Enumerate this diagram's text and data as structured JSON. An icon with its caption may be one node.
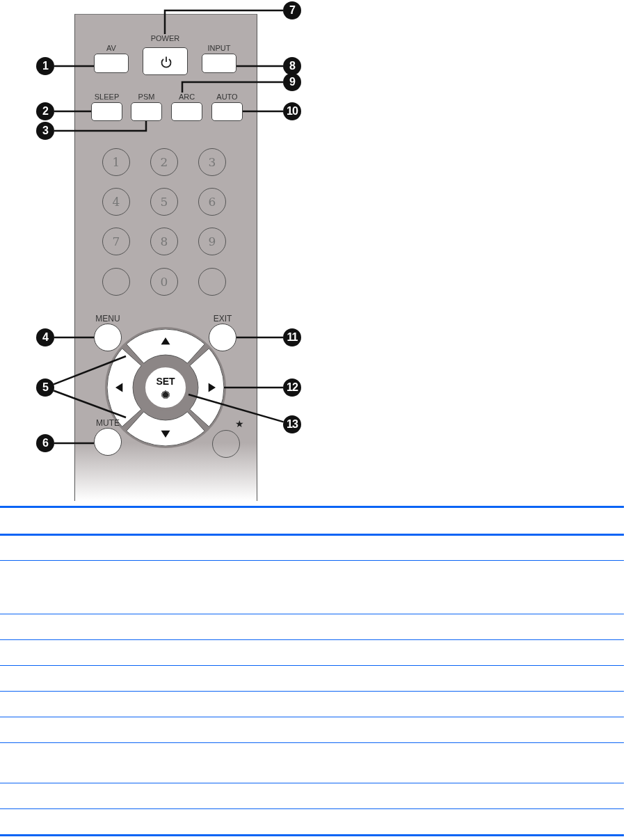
{
  "diagram": {
    "nodes": [
      {
        "text": [
          "7"
        ]
      },
      {
        "text": [
          "POWER"
        ]
      },
      {
        "text": [
          "1"
        ]
      },
      {
        "text": [
          "AV"
        ]
      },
      {
        "text": [
          "INPUT"
        ]
      },
      {
        "text": [
          "8"
        ]
      },
      {
        "text": [
          "9"
        ]
      },
      {
        "text": [
          "SLEEP"
        ]
      },
      {
        "text": [
          "PSM"
        ]
      },
      {
        "text": [
          "ARC"
        ]
      },
      {
        "text": [
          "AUTO"
        ]
      },
      {
        "text": [
          "2"
        ]
      },
      {
        "text": [
          "10"
        ]
      },
      {
        "text": [
          "3"
        ]
      },
      {
        "text": [
          "1"
        ]
      },
      {
        "text": [
          "2"
        ]
      },
      {
        "text": [
          "3"
        ]
      },
      {
        "text": [
          "4"
        ]
      },
      {
        "text": [
          "5"
        ]
      },
      {
        "text": [
          "6"
        ]
      },
      {
        "text": [
          "7"
        ]
      },
      {
        "text": [
          "8"
        ]
      },
      {
        "text": [
          "9"
        ]
      },
      {
        "text": [],
        "shape": "circle"
      },
      {
        "text": [
          "0"
        ]
      },
      {
        "text": [],
        "shape": "circle"
      },
      {
        "text": [
          "MENU"
        ]
      },
      {
        "text": [
          "EXIT"
        ]
      },
      {
        "text": [
          "4"
        ]
      },
      {
        "text": [
          "11"
        ]
      },
      {
        "text": [],
        "shape": "box"
      },
      {
        "text": [
          "5"
        ]
      },
      {
        "text": [],
        "shape": "box"
      },
      {
        "text": [
          "SET"
        ]
      },
      {
        "text": [],
        "shape": "box"
      },
      {
        "text": [
          "12"
        ]
      },
      {
        "text": [
          "13"
        ]
      },
      {
        "text": [],
        "shape": "box"
      },
      {
        "text": [
          "MUTE"
        ]
      },
      {
        "text": [
          "6"
        ]
      },
      {
        "text": [
          "★"
        ]
      }
    ],
    "edges": [
      {
        "from": 0,
        "to": 1,
        "arrow": "none"
      },
      {
        "from": 2,
        "to": 3,
        "arrow": "none"
      },
      {
        "from": 5,
        "to": 4,
        "arrow": "none"
      },
      {
        "from": 6,
        "to": 9,
        "arrow": "none"
      },
      {
        "from": 11,
        "to": 7,
        "arrow": "none"
      },
      {
        "from": 12,
        "to": 10,
        "arrow": "none"
      },
      {
        "from": 13,
        "to": 8,
        "arrow": "none"
      },
      {
        "from": 28,
        "to": 26,
        "arrow": "none"
      },
      {
        "from": 29,
        "to": 27,
        "arrow": "none"
      },
      {
        "from": 31,
        "to": 30,
        "arrow": "none"
      },
      {
        "from": 31,
        "to": 37,
        "arrow": "none"
      },
      {
        "from": 39,
        "to": 38,
        "arrow": "none"
      },
      {
        "from": 35,
        "to": 34,
        "arrow": "none"
      },
      {
        "from": 36,
        "to": 33,
        "arrow": "none"
      }
    ]
  }
}
